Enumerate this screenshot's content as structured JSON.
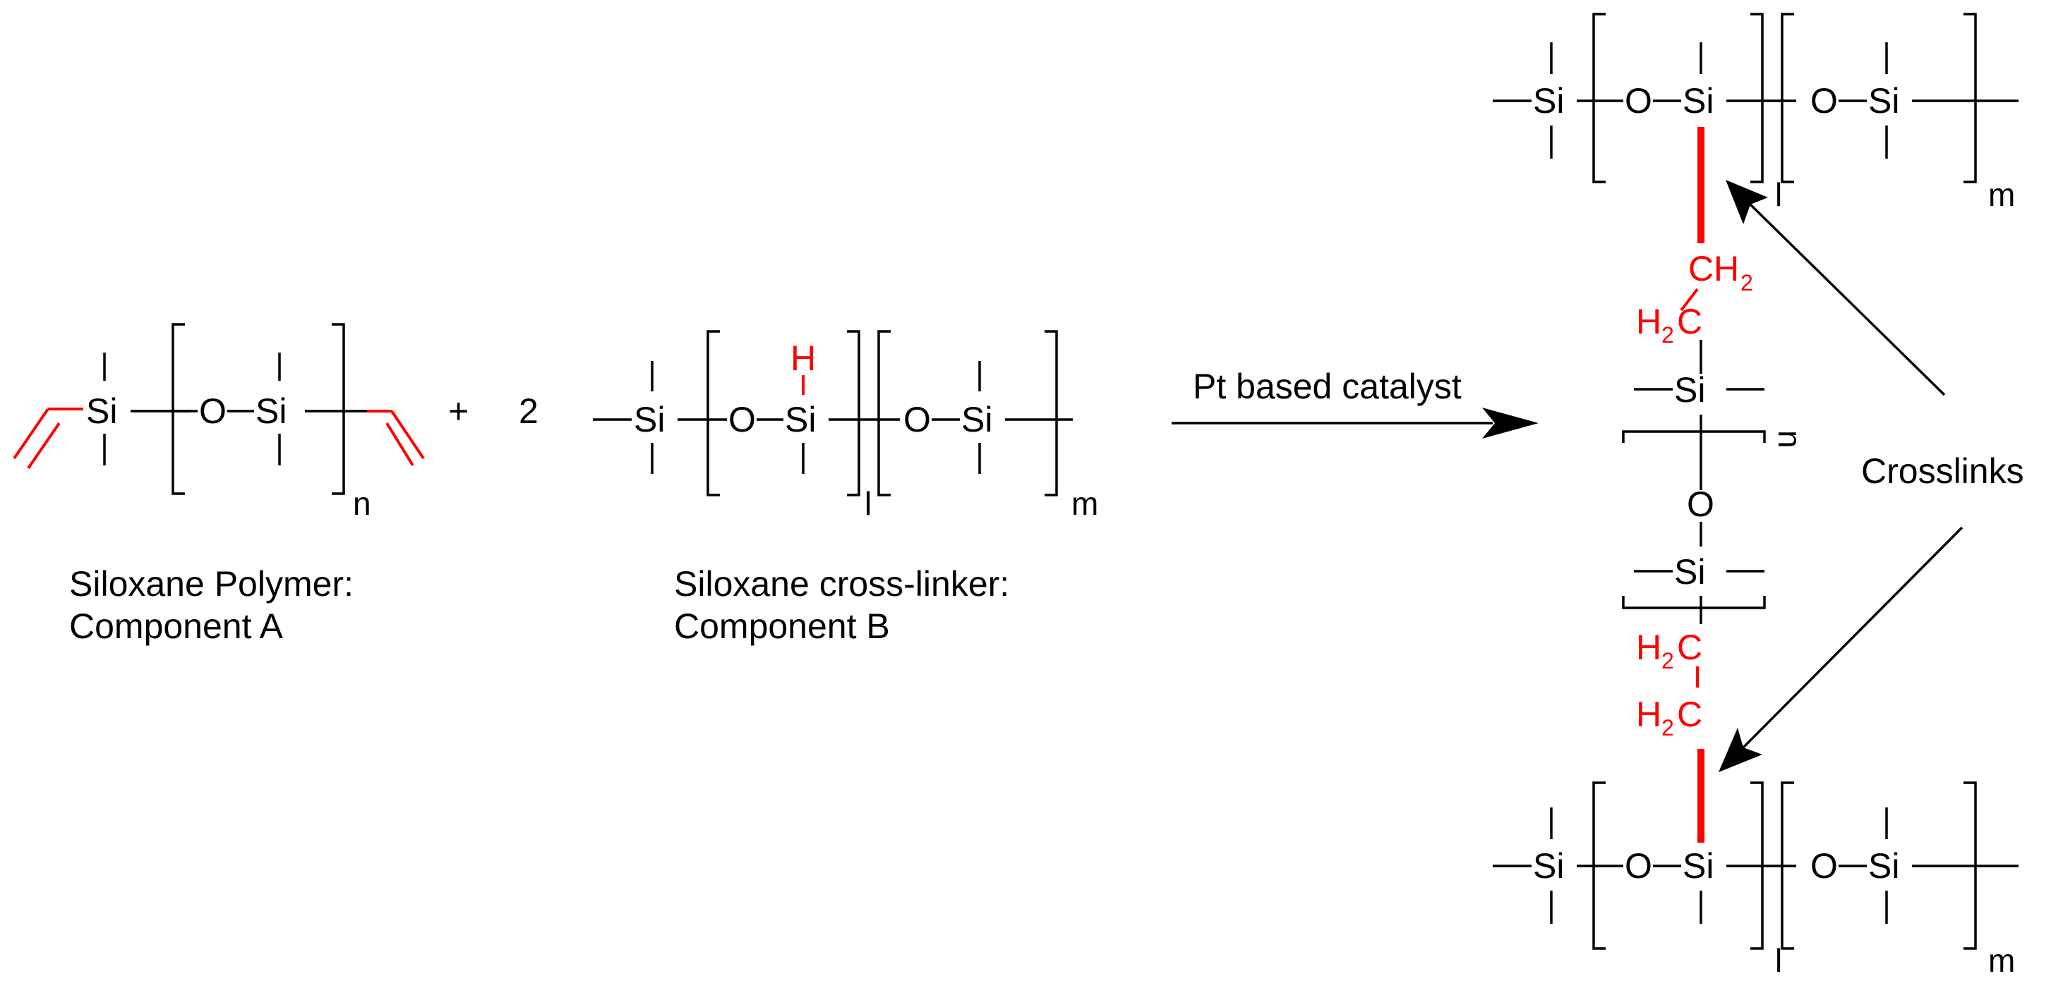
{
  "colors": {
    "ink": "#000000",
    "highlight": "#ff0000"
  },
  "atoms": {
    "si": "Si",
    "o": "O",
    "h": "H",
    "c": "C",
    "h2": "H",
    "sub2": "2",
    "ch": "CH"
  },
  "indices": {
    "n": "n",
    "l": "l",
    "m": "m"
  },
  "reaction": {
    "plus": "+",
    "coefficient": "2",
    "catalyst": "Pt based catalyst"
  },
  "component_a": {
    "line1": "Siloxane Polymer:",
    "line2": "Component A"
  },
  "component_b": {
    "line1": "Siloxane cross-linker:",
    "line2": "Component B"
  },
  "crosslinks_label": "Crosslinks"
}
